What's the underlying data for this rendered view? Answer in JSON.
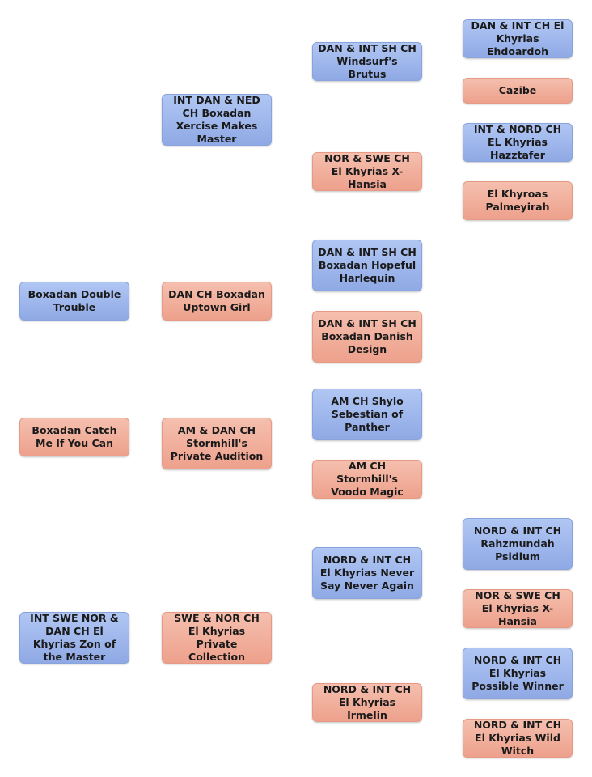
{
  "colors": {
    "male": "#9bb5ec",
    "female": "#f0ae9a"
  },
  "nodes": {
    "gen1_sire": "Boxadan Double Trouble",
    "gen1_dam": "Boxadan Catch Me If You Can",
    "gen1_sire2": "INT SWE NOR & DAN CH El Khyrias Zon of the Master",
    "gen2_a": "INT DAN & NED CH Boxadan Xercise Makes Master",
    "gen2_b": "DAN CH Boxadan Uptown Girl",
    "gen2_c": "AM & DAN CH Stormhill's Private Audition",
    "gen2_d": "SWE & NOR CH El Khyrias Private Collection",
    "gen3_a": "DAN & INT SH CH Windsurf's  Brutus",
    "gen3_b": "NOR & SWE CH El Khyrias X-Hansia",
    "gen3_c": "DAN & INT SH CH Boxadan Hopeful Harlequin",
    "gen3_d": "DAN & INT SH CH Boxadan Danish Design",
    "gen3_e": "AM CH Shylo Sebestian of Panther",
    "gen3_f": "AM CH Stormhill's Voodo Magic",
    "gen3_g": "NORD & INT CH El Khyrias Never Say Never Again",
    "gen3_h": "NORD & INT CH El Khyrias Irmelin",
    "gen4_a": "DAN & INT CH El Khyrias Ehdoardoh",
    "gen4_b": "Cazibe",
    "gen4_c": "INT & NORD CH EL Khyrias Hazztafer",
    "gen4_d": "El Khyroas Palmeyirah",
    "gen4_e": "NORD & INT CH Rahzmundah Psidium",
    "gen4_f": "NOR & SWE CH El Khyrias X-Hansia",
    "gen4_g": "NORD & INT CH El Khyrias Possible Winner",
    "gen4_h": "NORD & INT CH El Khyrias Wild Witch"
  }
}
